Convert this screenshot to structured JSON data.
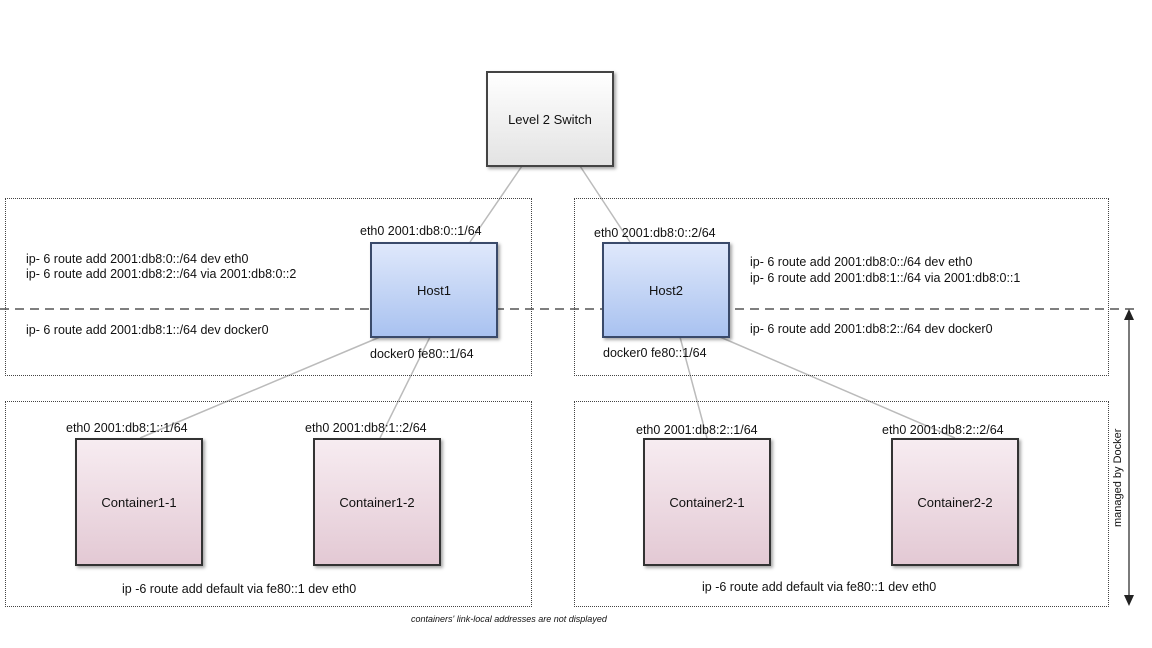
{
  "nodes": {
    "switch": "Level 2 Switch",
    "host1": "Host1",
    "host2": "Host2",
    "c11": "Container1-1",
    "c12": "Container1-2",
    "c21": "Container2-1",
    "c22": "Container2-2"
  },
  "host1": {
    "eth0": "eth0 2001:db8:0::1/64",
    "docker0": "docker0 fe80::1/64",
    "route1": "ip- 6 route add 2001:db8:0::/64 dev eth0",
    "route2": "ip- 6 route add 2001:db8:2::/64 via 2001:db8:0::2",
    "route3": "ip- 6 route add 2001:db8:1::/64 dev docker0"
  },
  "host2": {
    "eth0": "eth0 2001:db8:0::2/64",
    "docker0": "docker0 fe80::1/64",
    "route1": "ip- 6 route add 2001:db8:0::/64 dev eth0",
    "route2": "ip- 6 route add 2001:db8:1::/64 via 2001:db8:0::1",
    "route3": "ip- 6 route add 2001:db8:2::/64 dev docker0"
  },
  "containers": {
    "c11_eth0": "eth0 2001:db8:1::1/64",
    "c12_eth0": "eth0 2001:db8:1::2/64",
    "c21_eth0": "eth0 2001:db8:2::1/64",
    "c22_eth0": "eth0 2001:db8:2::2/64",
    "route_left": "ip -6 route add default via fe80::1 dev eth0",
    "route_right": "ip -6 route add default via fe80::1 dev eth0"
  },
  "annotations": {
    "managed": "managed by Docker",
    "footnote": "containers' link-local addresses are not displayed"
  },
  "colors": {
    "host_fill": "#a9c2f0",
    "container_fill": "#e3c9d4",
    "switch_fill": "#e3e3e3"
  }
}
